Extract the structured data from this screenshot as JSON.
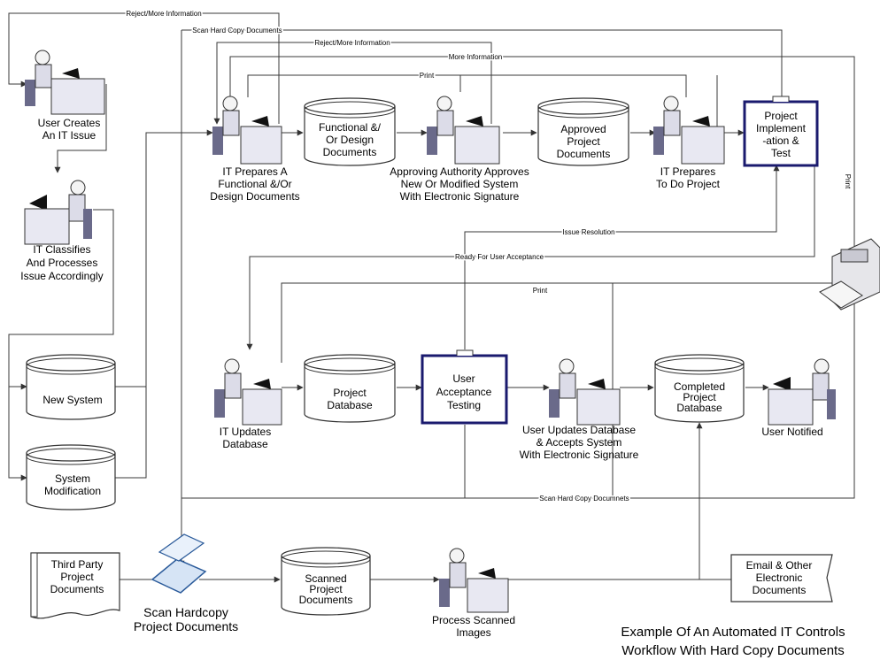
{
  "caption": [
    "Example Of An Automated IT Controls",
    "Workflow With Hard Copy Documents"
  ],
  "nodes": {
    "user_creates": [
      "User Creates",
      "An IT Issue"
    ],
    "it_classifies": [
      "IT Classifies",
      "And Processes",
      "Issue Accordingly"
    ],
    "new_system": [
      "New System"
    ],
    "system_modification": [
      "System",
      "Modification"
    ],
    "it_prepares_docs": [
      "IT Prepares A",
      "Functional &/Or",
      "Design Documents"
    ],
    "func_design_docs": [
      "Functional &/",
      "Or Design",
      "Documents"
    ],
    "approving_authority": [
      "Approving Authority Approves",
      "New Or Modified System",
      "With Electronic Signature"
    ],
    "approved_docs": [
      "Approved",
      "Project",
      "Documents"
    ],
    "it_prepares_project": [
      "IT Prepares",
      "To Do Project"
    ],
    "implementation": [
      "Project",
      "Implement",
      "-ation &",
      "Test"
    ],
    "it_updates_db": [
      "IT Updates",
      "Database"
    ],
    "project_db": [
      "Project",
      "Database"
    ],
    "user_acceptance": [
      "User",
      "Acceptance",
      "Testing"
    ],
    "user_updates_db": [
      "User Updates Database",
      "& Accepts System",
      "With Electronic Signature"
    ],
    "completed_db": [
      "Completed",
      "Project",
      "Database"
    ],
    "user_notified": [
      "User Notified"
    ],
    "third_party_docs": [
      "Third Party",
      "Project",
      "Documents"
    ],
    "scan_hardcopy": [
      "Scan Hardcopy",
      "Project Documents"
    ],
    "scanned_docs": [
      "Scanned",
      "Project",
      "Documents"
    ],
    "process_scanned": [
      "Process Scanned",
      "Images"
    ],
    "email_docs": [
      "Email & Other",
      "Electronic",
      "Documents"
    ]
  },
  "edge_labels": {
    "reject_more_info_1": "Reject/More Information",
    "scan_hard_copy_documents": "Scan Hard Copy Documents",
    "reject_more_info_2": "Reject/More Information",
    "more_information": "More Information",
    "print_top": "Print",
    "print_right": "Print",
    "issue_resolution": "Issue Resolution",
    "ready_for_user_acceptance": "Ready For User Acceptance",
    "print_middle": "Print",
    "scan_hard_copy_documnets": "Scan Hard Copy Documnets"
  },
  "colors": {
    "line": "#3a3a3a",
    "box_border": "#1a1a6e",
    "figure_fill": "#e8e8f2",
    "cylinder_fill": "#ffffff"
  }
}
